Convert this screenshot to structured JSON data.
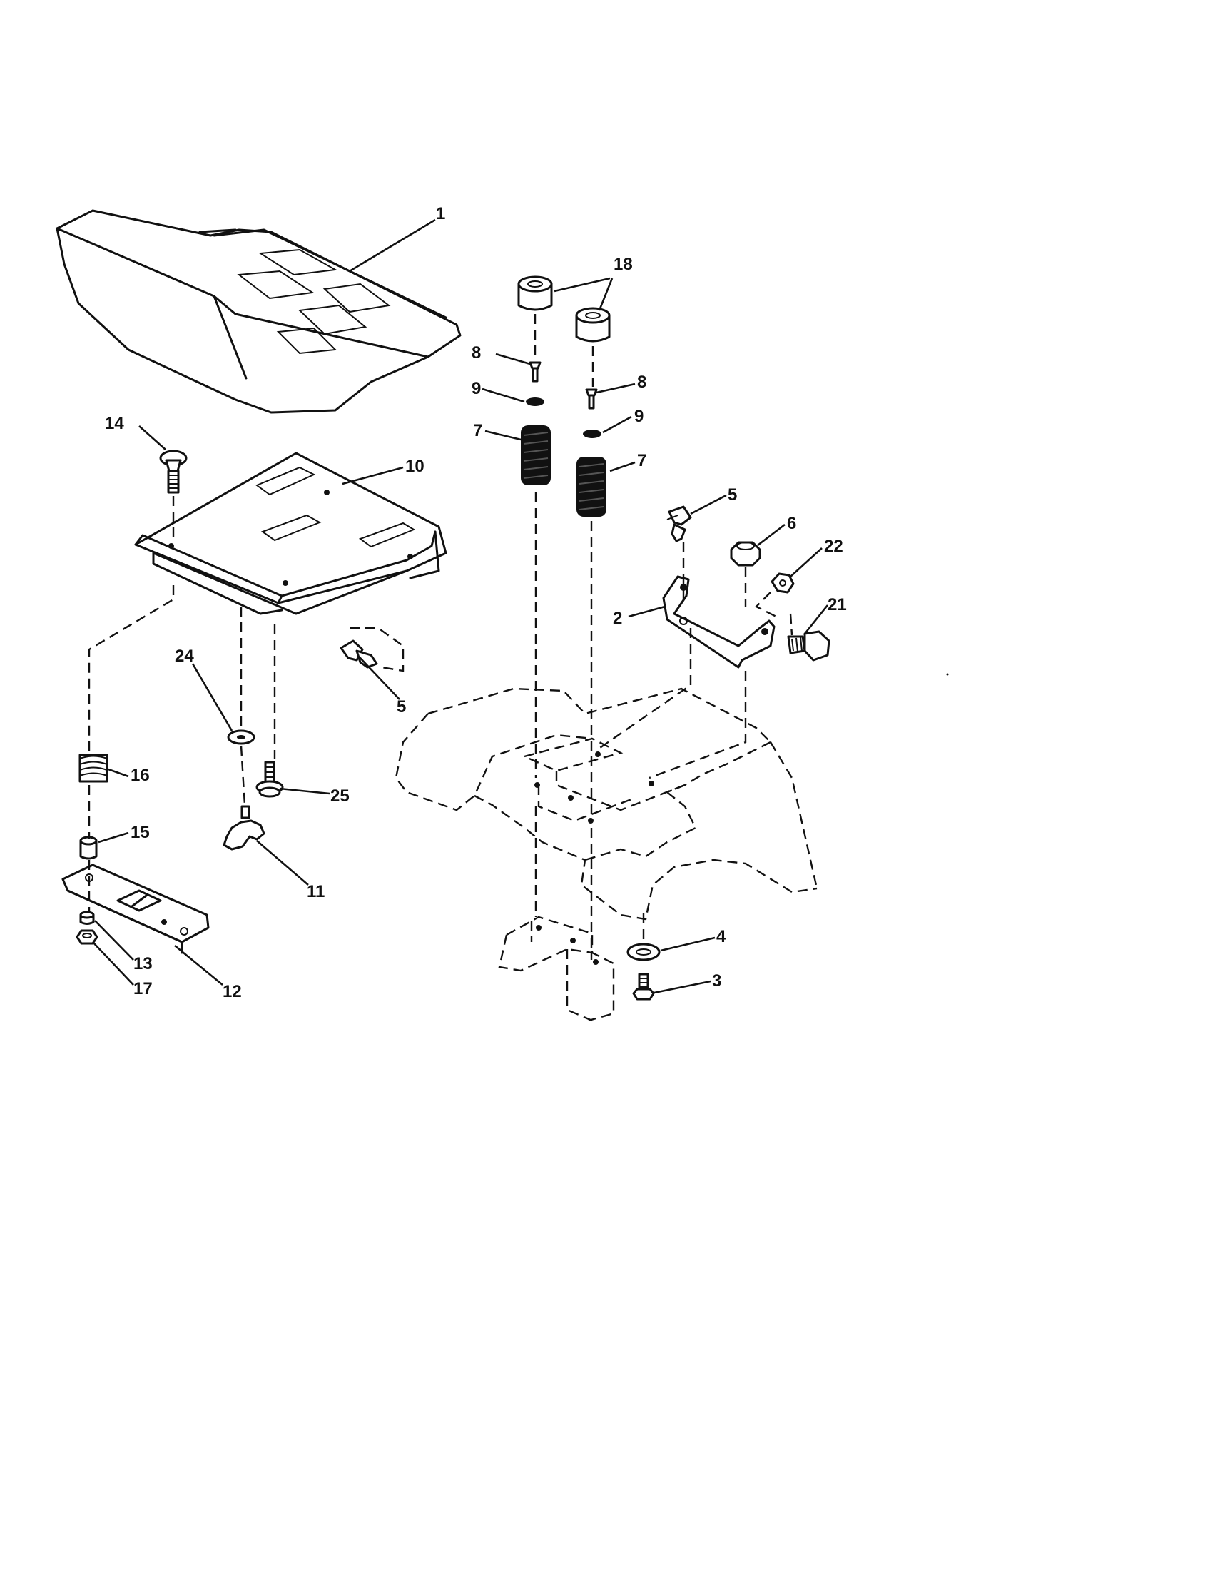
{
  "diagram": {
    "type": "exploded-parts-diagram",
    "callouts": {
      "c1": "1",
      "c2": "2",
      "c3": "3",
      "c4": "4",
      "c5a": "5",
      "c5b": "5",
      "c6": "6",
      "c7a": "7",
      "c7b": "7",
      "c8a": "8",
      "c8b": "8",
      "c9a": "9",
      "c9b": "9",
      "c10": "10",
      "c11": "11",
      "c12": "12",
      "c13": "13",
      "c14": "14",
      "c15": "15",
      "c16": "16",
      "c17": "17",
      "c18": "18",
      "c21": "21",
      "c22": "22",
      "c24": "24",
      "c25": "25"
    }
  }
}
